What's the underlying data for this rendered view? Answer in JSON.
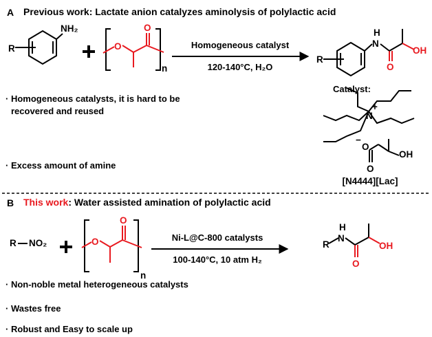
{
  "colors": {
    "black": "#000000",
    "red": "#e8191f"
  },
  "sectionA": {
    "letter": "A",
    "title": "Previous work: Lactate anion catalyzes aminolysis of polylactic acid",
    "arrow_top": "Homogeneous catalyst",
    "arrow_bottom": "120-140°C, H₂O",
    "aniline_group": "NH₂",
    "r_label": "R",
    "repeat_n": "n",
    "product_nh": "N",
    "product_h": "H",
    "product_o": "O",
    "product_oh": "OH",
    "catalyst_label": "Catalyst:",
    "cation_n": "N",
    "cation_plus": "+",
    "anion_minus": "−",
    "anion_o": "O",
    "anion_o2": "O",
    "anion_oh": "OH",
    "catalyst_name": "[N4444][Lac]",
    "bullets": [
      "· Homogeneous catalysts, it is hard to be",
      "recovered and reused",
      "· Excess amount of  amine"
    ]
  },
  "sectionB": {
    "letter": "B",
    "title_highlight": "This work",
    "title_rest": ": Water assisted amination of polylactic acid",
    "reactant": "R",
    "reactant_nitro": "NO₂",
    "arrow_top": "Ni-L@C-800 catalysts",
    "arrow_bottom": "100-140°C, 10 atm H₂",
    "repeat_n": "n",
    "product_r": "R",
    "product_n": "N",
    "product_h": "H",
    "product_o": "O",
    "product_oh": "OH",
    "bullets": [
      "· Non-noble metal heterogeneous catalysts",
      "·  Wastes free",
      "· Robust and Easy to scale up"
    ]
  }
}
